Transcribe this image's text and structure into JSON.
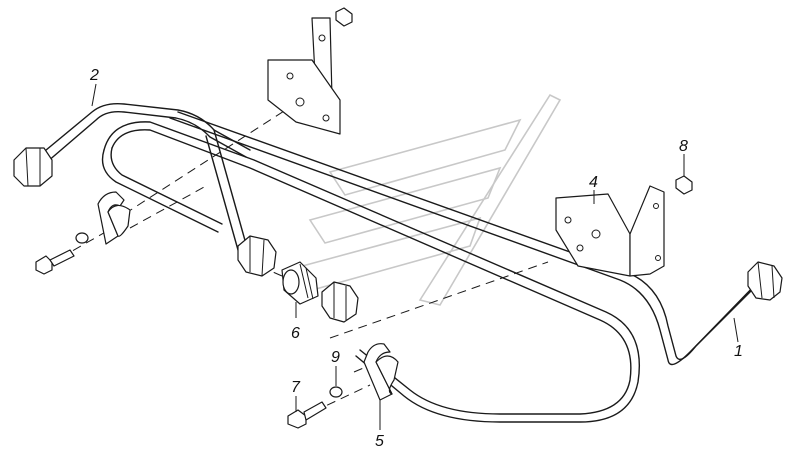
{
  "diagram": {
    "callouts": [
      {
        "id": "1",
        "label": "1"
      },
      {
        "id": "2",
        "label": "2"
      },
      {
        "id": "4",
        "label": "4"
      },
      {
        "id": "5",
        "label": "5"
      },
      {
        "id": "6",
        "label": "6"
      },
      {
        "id": "7",
        "label": "7"
      },
      {
        "id": "8",
        "label": "8"
      },
      {
        "id": "9",
        "label": "9"
      }
    ]
  },
  "colors": {
    "line": "#1a1a1a",
    "watermark": "#c8c8c8",
    "background": "#ffffff"
  }
}
